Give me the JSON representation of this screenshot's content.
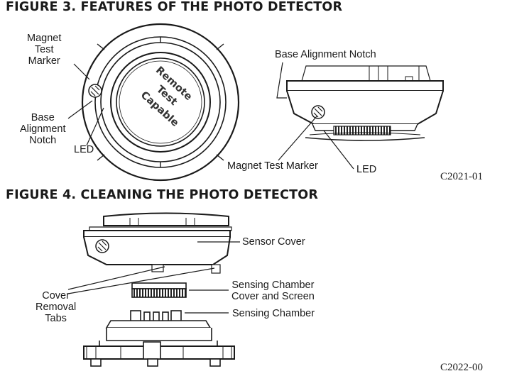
{
  "figure3": {
    "title": "FIGURE 3. FEATURES OF THE PHOTO DETECTOR",
    "labels": {
      "magnet_test_marker_left": "Magnet\nTest\nMarker",
      "base_alignment_notch_left": "Base\nAlignment\nNotch",
      "led_left": "LED",
      "base_alignment_notch_right": "Base Alignment Notch",
      "magnet_test_marker_right": "Magnet Test Marker",
      "led_right": "LED",
      "remote_test_text": [
        "Remote",
        "Test",
        "Capable"
      ]
    },
    "code": "C2021-01"
  },
  "figure4": {
    "title": "FIGURE 4. CLEANING THE PHOTO DETECTOR",
    "labels": {
      "sensor_cover": "Sensor Cover",
      "cover_removal_tabs": "Cover\nRemoval\nTabs",
      "sensing_chamber_cover": "Sensing Chamber\nCover and Screen",
      "sensing_chamber": "Sensing Chamber"
    },
    "code": "C2022-00"
  }
}
